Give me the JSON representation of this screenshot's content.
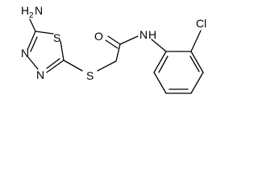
{
  "molecule": {
    "atoms": {
      "amine": {
        "symbol": "H",
        "sub": "2",
        "suffix": "N"
      },
      "thiadiazole_s": {
        "symbol": "S"
      },
      "thioether_s": {
        "symbol": "S"
      },
      "ring_n_upper": {
        "symbol": "N"
      },
      "ring_n_lower": {
        "symbol": "N"
      },
      "carbonyl_o": {
        "symbol": "O"
      },
      "amide_n": {
        "symbol": "N"
      },
      "amide_h": {
        "symbol": "H"
      },
      "chlorine": {
        "symbol": "Cl"
      }
    }
  },
  "colors": {
    "bond": "#000000",
    "label": "#000000",
    "background": "#ffffff"
  }
}
